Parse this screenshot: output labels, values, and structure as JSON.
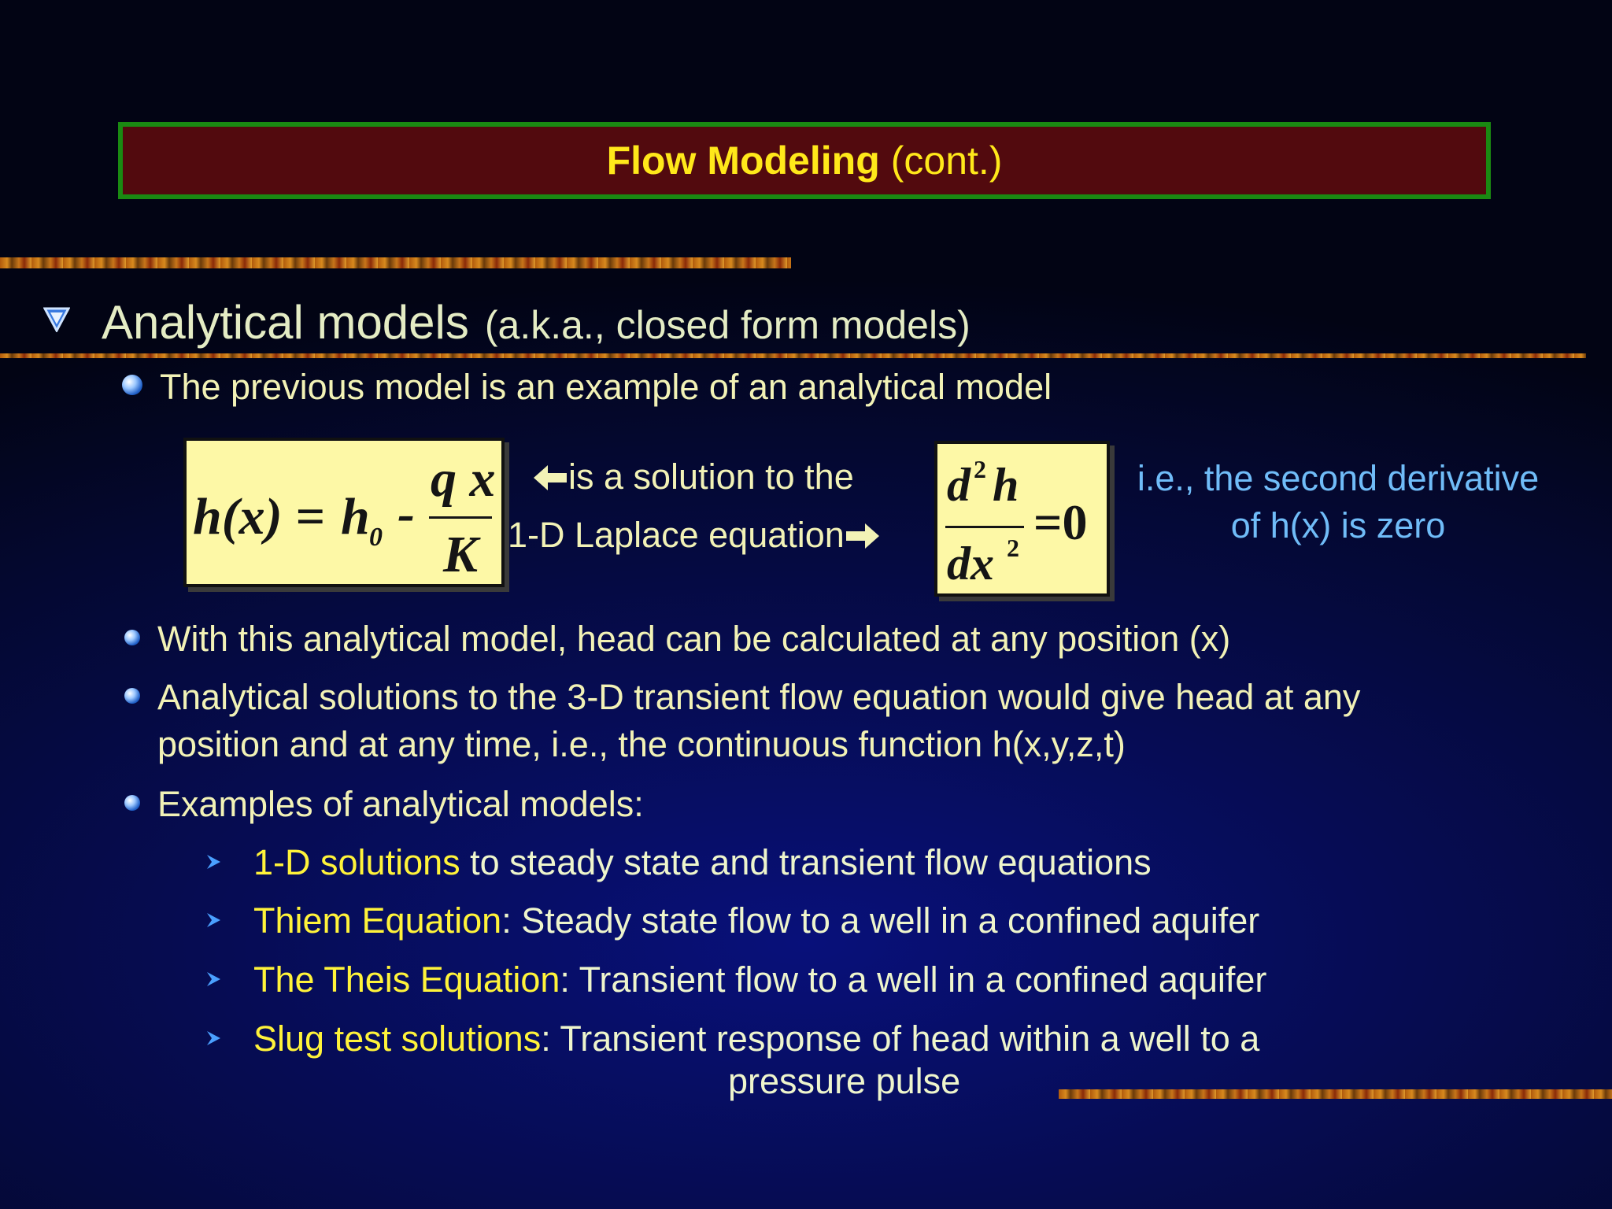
{
  "title": {
    "main": "Flow Modeling",
    "sub": "(cont.)"
  },
  "heading": {
    "main": "Analytical models",
    "sub": "(a.k.a., closed form models)"
  },
  "bullet1": "The previous model is an example of an analytical model",
  "equation1": {
    "lhs": "h(x) =",
    "h0": "h",
    "sub0": "0",
    "minus": "-",
    "num": "q x",
    "den": "K"
  },
  "solution_text": {
    "line1": "is a solution to the",
    "line2": "1-D Laplace equation"
  },
  "equation2": {
    "d2h_d": "d",
    "sup2": "2",
    "d2h_h": "h",
    "dx_d": "dx",
    "eq_zero": "=0"
  },
  "second_derivative_note": {
    "line1": "i.e., the second derivative",
    "line2": "of h(x) is zero"
  },
  "bullets": [
    {
      "lines": [
        "With this analytical model, head can be calculated at any position (x)"
      ]
    },
    {
      "lines": [
        "Analytical solutions to the 3-D transient flow equation would give head at any",
        "position and at any time, i.e.,  the continuous function h(x,y,z,t)"
      ]
    },
    {
      "lines": [
        "Examples of analytical models:"
      ]
    }
  ],
  "examples": [
    {
      "highlight": "1-D solutions",
      "rest": " to steady state and transient flow equations"
    },
    {
      "highlight": "Thiem Equation",
      "rest": ": Steady state flow to a well in a confined aquifer"
    },
    {
      "highlight": "The Theis Equation",
      "rest": ": Transient flow to a well in a confined aquifer"
    },
    {
      "highlight": "Slug test solutions",
      "rest": ": Transient response of head within a well to a",
      "continuation": "pressure pulse"
    }
  ],
  "icons": {
    "level1": "triangle-down-icon",
    "level2": "blue-orb-icon",
    "level3": "chevron-right-icon",
    "arrows": [
      "left-arrow-icon",
      "right-arrow-icon"
    ]
  },
  "colors": {
    "background": "#040830",
    "title_box": "#520a0e",
    "title_border": "#1a8a12",
    "title_text": "#ffe81a",
    "highlight": "#fff33a",
    "note": "#70bcf8",
    "equation_box": "#fdf8a6"
  }
}
